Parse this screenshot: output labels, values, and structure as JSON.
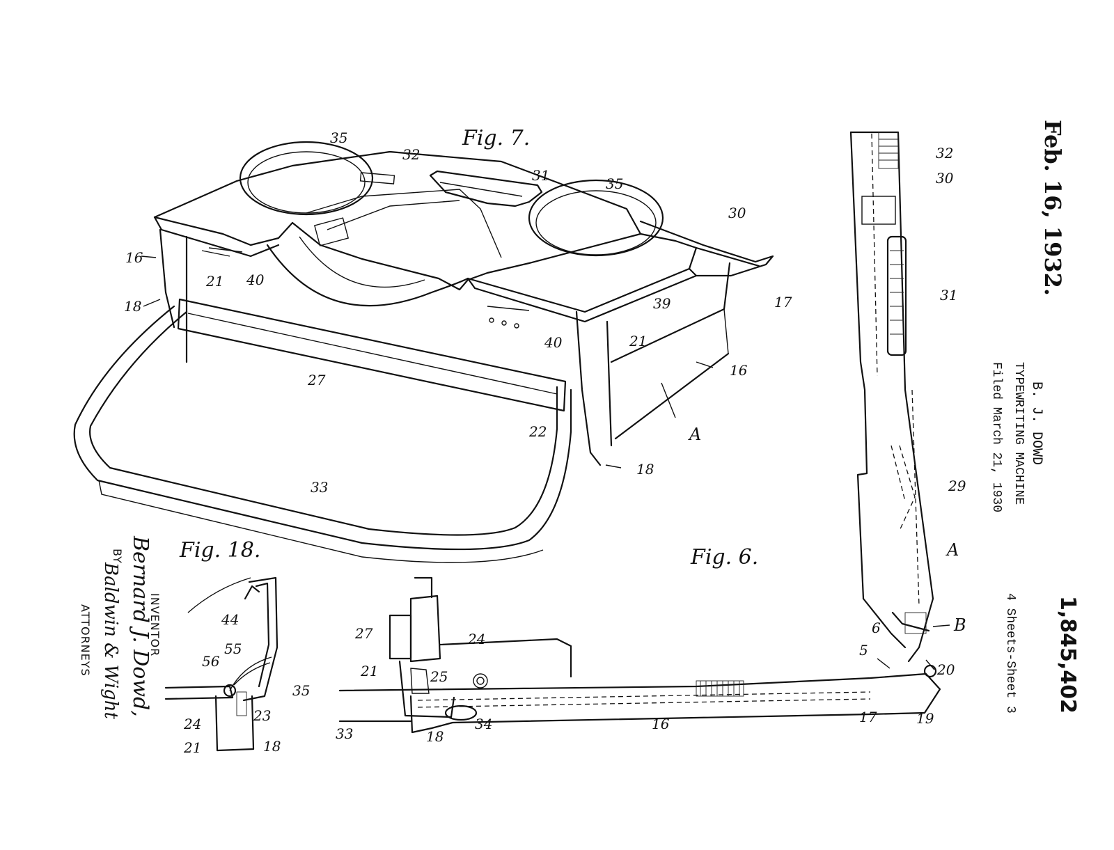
{
  "header": {
    "date": "Feb. 16, 1932.",
    "patent_number": "1,845,402",
    "inventor_short": "B. J. DOWD",
    "title": "TYPEWRITING MACHINE",
    "filed": "Filed March 21, 1930",
    "sheets": "4 Sheets-Sheet  3"
  },
  "figures": {
    "fig7": "Fig. 7.",
    "fig6": "Fig. 6.",
    "fig18": "Fig. 18."
  },
  "fig7_refs": [
    "35",
    "32",
    "31",
    "35",
    "30",
    "16",
    "21",
    "40",
    "18",
    "39",
    "17",
    "40",
    "21",
    "16",
    "27",
    "22",
    "A",
    "18",
    "33"
  ],
  "fig6_refs": [
    "32",
    "30",
    "31",
    "29",
    "A",
    "B",
    "6",
    "5",
    "20",
    "17",
    "19",
    "27",
    "24",
    "21",
    "25",
    "33",
    "18",
    "34",
    "16"
  ],
  "fig18_refs": [
    "44",
    "55",
    "56",
    "35",
    "24",
    "23",
    "21",
    "18"
  ],
  "signature": {
    "inventor_label": "INVENTOR",
    "inventor_name": "Bernard J. Dowd,",
    "by_label": "BY",
    "attorneys_signature": "Baldwin & Wight",
    "attorneys_label": "ATTORNEYS"
  }
}
